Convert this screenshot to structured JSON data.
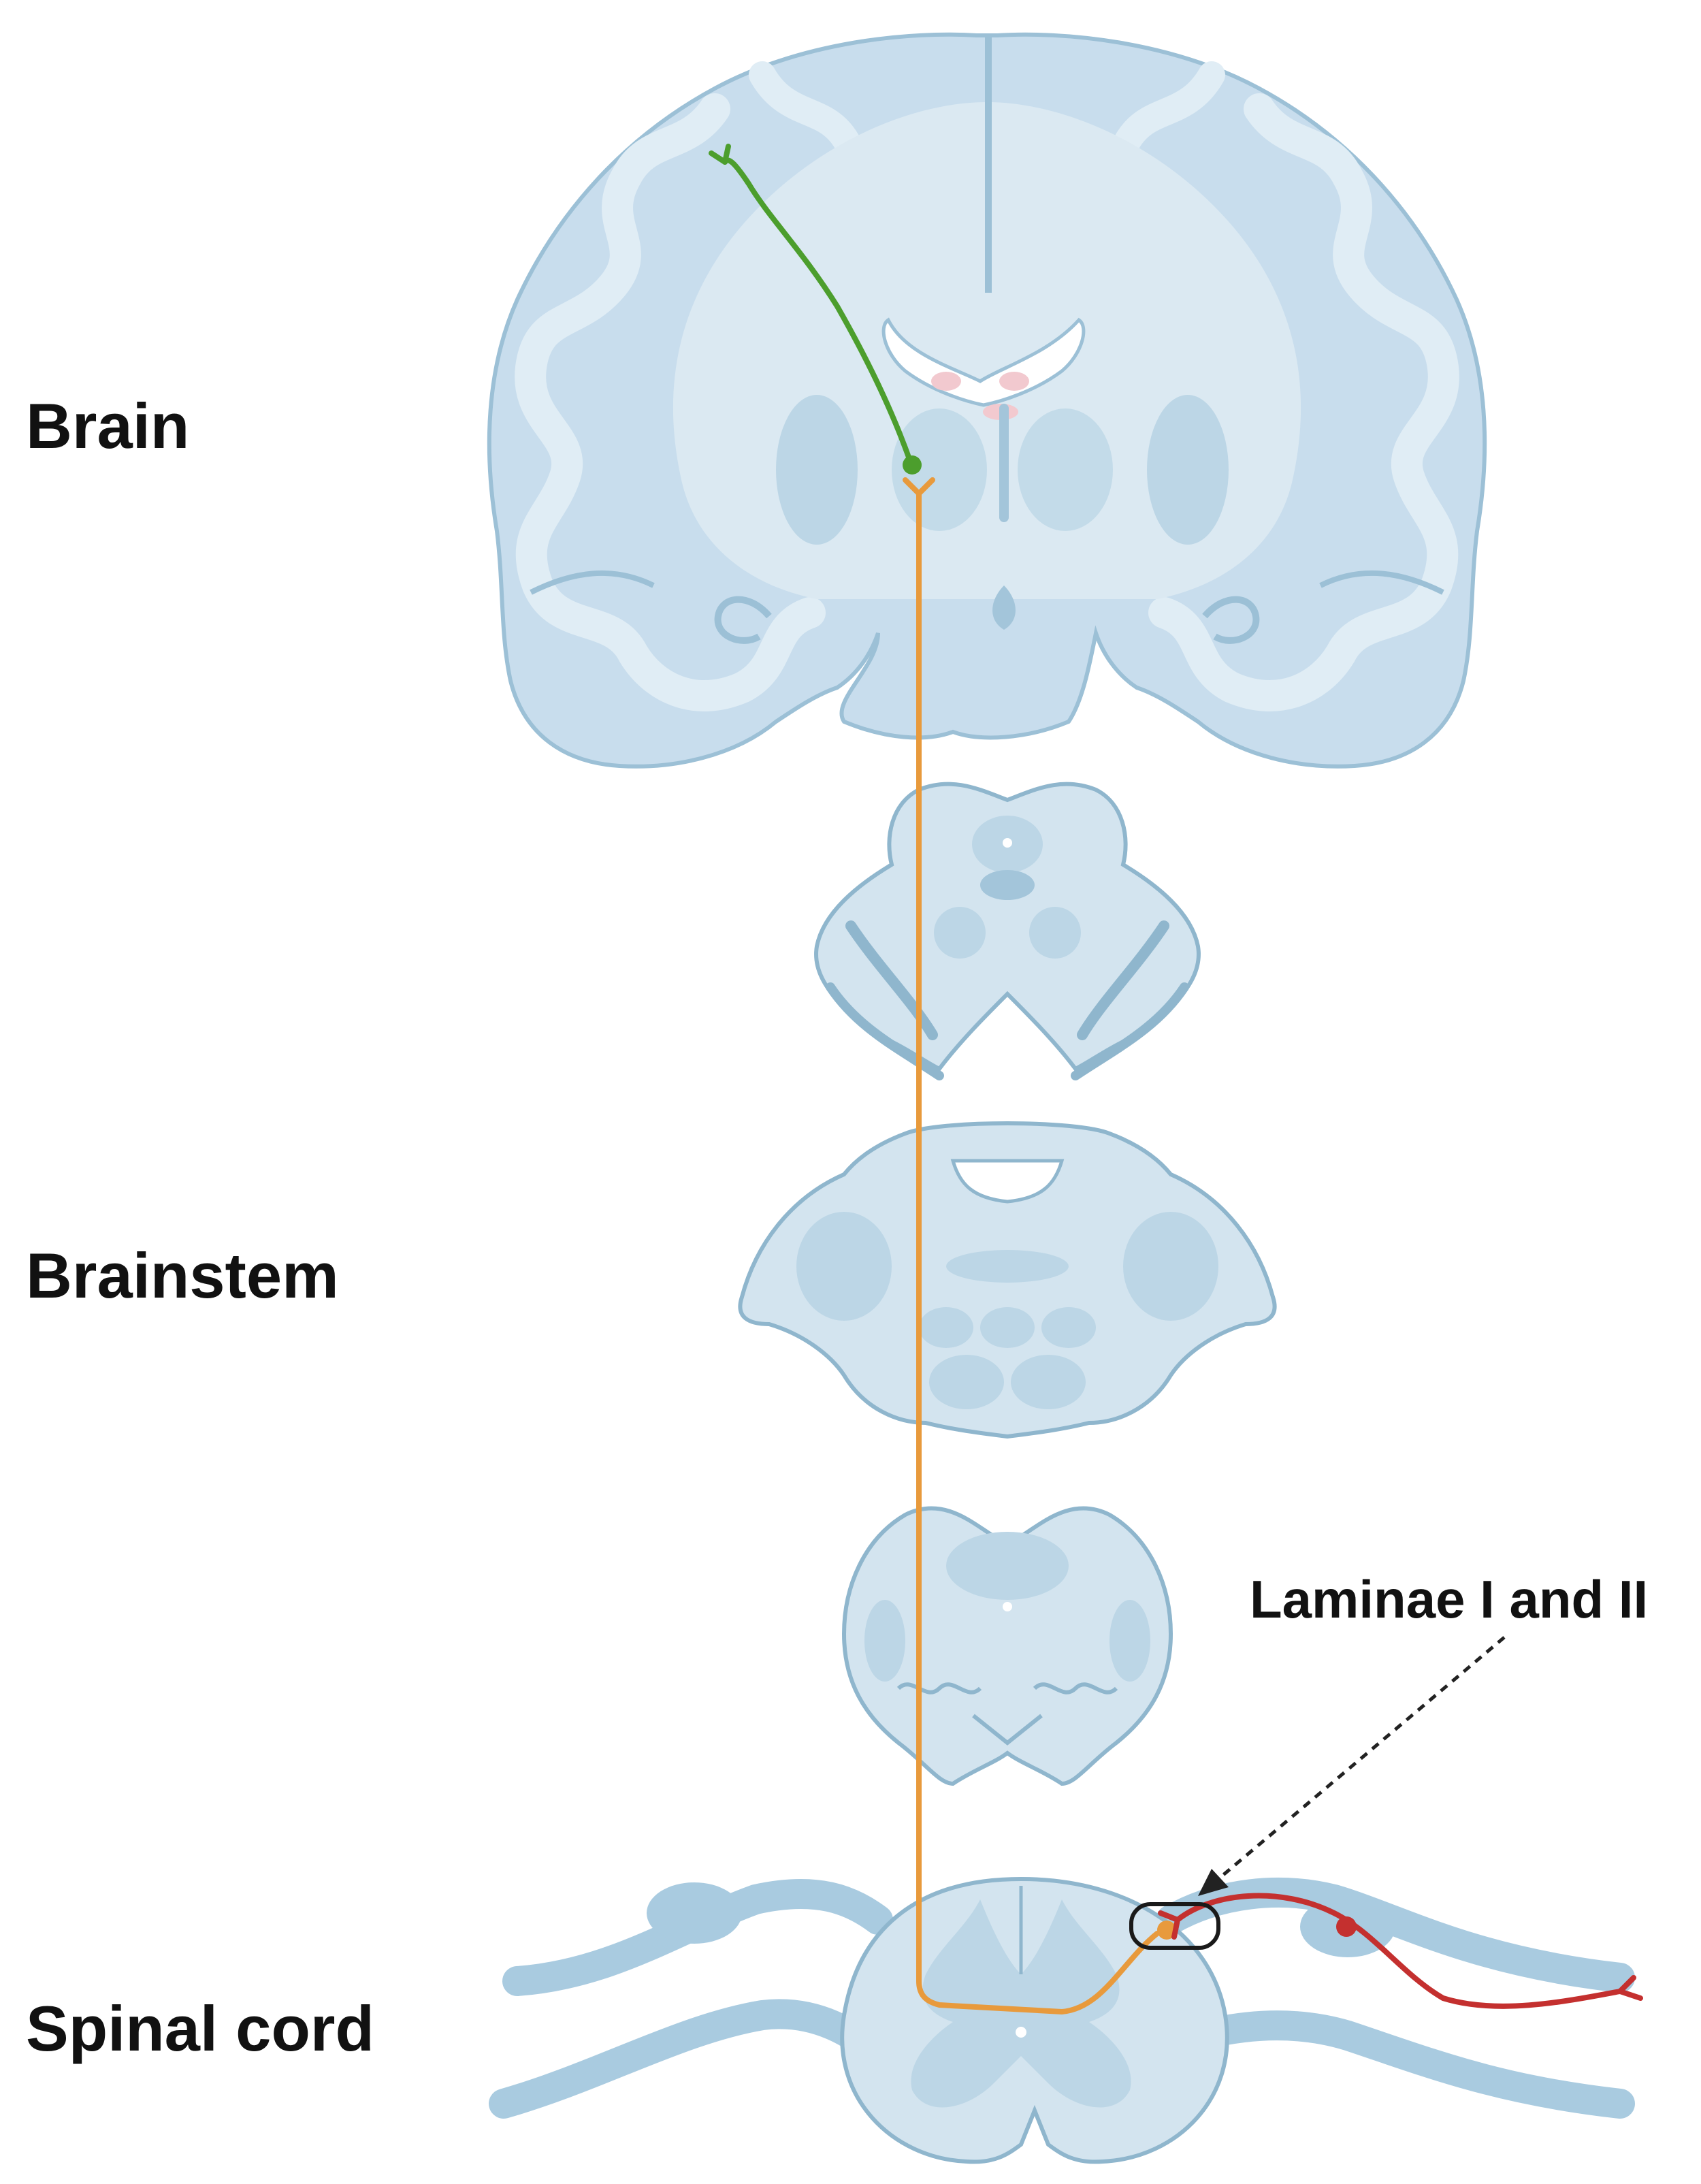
{
  "labels": {
    "brain": "Brain",
    "brainstem": "Brainstem",
    "spinal_cord": "Spinal cord",
    "laminae": "Laminae I and II"
  },
  "colors": {
    "tissue_fill": "#d3e4ef",
    "tissue_mid": "#bcd6e6",
    "tissue_dark": "#a3c5da",
    "tissue_edge": "#8fb6cd",
    "nerve_fill": "#a9cbe0",
    "neuron_green": "#4c9e2d",
    "neuron_orange": "#e89a3c",
    "neuron_red": "#c4302f",
    "ventricle_pink": "#f2c9cf",
    "arrow": "#222222"
  }
}
